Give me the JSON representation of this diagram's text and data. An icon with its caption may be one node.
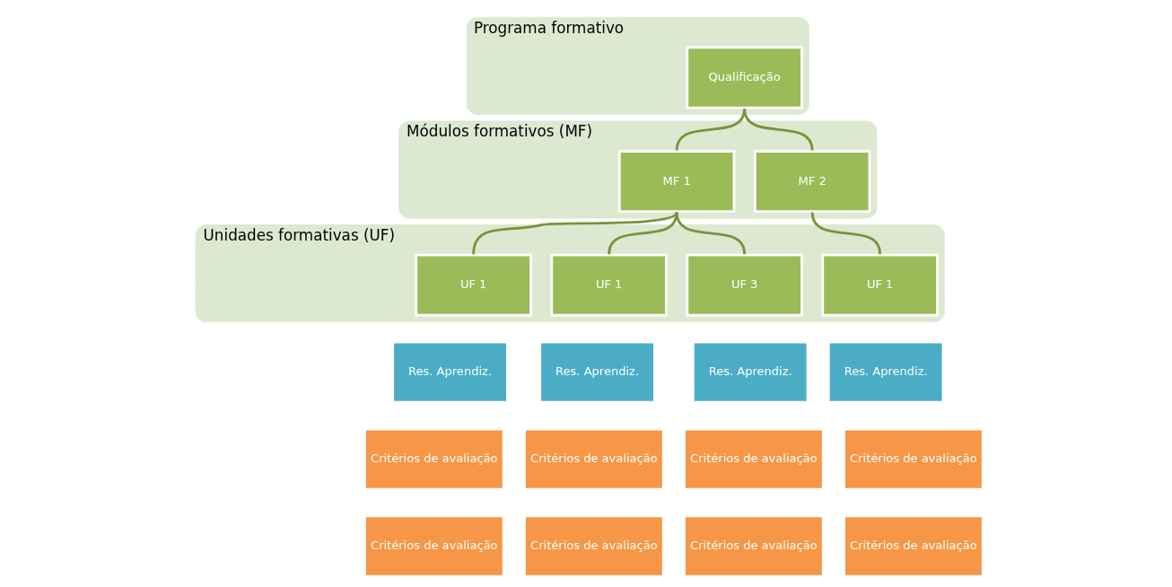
{
  "diagram": {
    "nodes": [
      {
        "text": [
          "Programa formativo"
        ]
      },
      {
        "text": [
          "Qualificação"
        ],
        "in": 0
      },
      {
        "text": [
          "Módulos formativos (MF)"
        ]
      },
      {
        "text": [
          "MF 1"
        ],
        "in": 2
      },
      {
        "text": [
          "MF 2"
        ],
        "in": 2
      },
      {
        "text": [
          "Unidades formativas (UF)"
        ]
      },
      {
        "text": [
          "UF 1"
        ],
        "in": 5
      },
      {
        "text": [
          "UF 1"
        ],
        "in": 5
      },
      {
        "text": [
          "UF 3"
        ],
        "in": 5
      },
      {
        "text": [
          "UF 1"
        ],
        "in": 5
      },
      {
        "text": [
          "Res. Aprendiz."
        ]
      },
      {
        "text": [
          "Res. Aprendiz."
        ]
      },
      {
        "text": [
          "Res. Aprendiz."
        ]
      },
      {
        "text": [
          "Res. Aprendiz."
        ]
      },
      {
        "text": [
          "Critérios de avaliação"
        ]
      },
      {
        "text": [
          "Critérios de avaliação"
        ]
      },
      {
        "text": [
          "Critérios de avaliação"
        ]
      },
      {
        "text": [
          "Critérios de avaliação"
        ]
      },
      {
        "text": [
          "Critérios de avaliação"
        ]
      },
      {
        "text": [
          "Critérios de avaliação"
        ]
      },
      {
        "text": [
          "Critérios de avaliação"
        ]
      },
      {
        "text": [
          "Critérios de avaliação"
        ]
      }
    ],
    "edges": [
      {
        "from": 1,
        "to": 3,
        "arrow": "none"
      },
      {
        "from": 1,
        "to": 4,
        "arrow": "none"
      },
      {
        "from": 3,
        "to": 6,
        "arrow": "none"
      },
      {
        "from": 3,
        "to": 7,
        "arrow": "none"
      },
      {
        "from": 3,
        "to": 8,
        "arrow": "none"
      },
      {
        "from": 4,
        "to": 9,
        "arrow": "none"
      }
    ]
  }
}
